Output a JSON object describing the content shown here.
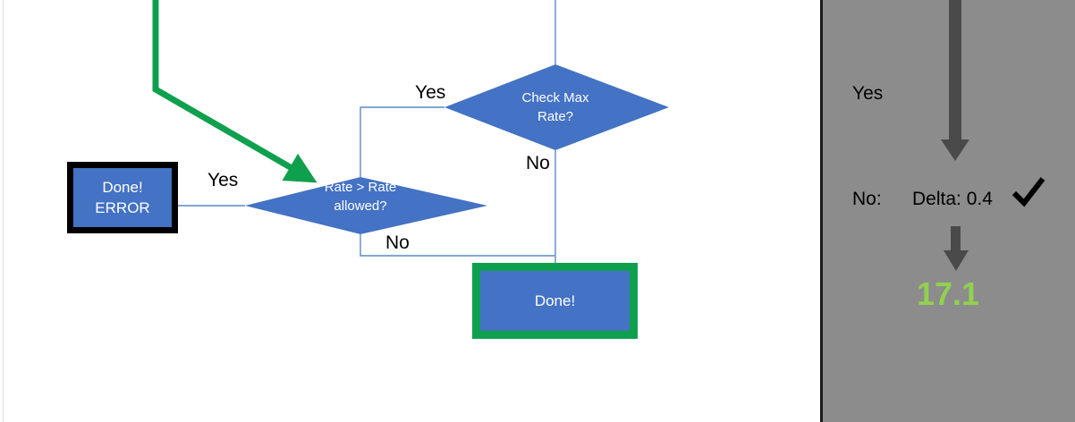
{
  "canvas": {
    "background_color": "#ffffff",
    "connector_color": "#5b8ac4",
    "shape_fill": "#4472c4",
    "highlight_green": "#0fa04e"
  },
  "flowchart": {
    "nodes": [
      {
        "id": "check-max-rate",
        "shape": "decision",
        "label": "Check Max\nRate?"
      },
      {
        "id": "rate-greater-than-allowed",
        "shape": "decision",
        "label": "Rate > Rate\nallowed?"
      },
      {
        "id": "done-error",
        "shape": "terminator",
        "label": "Done!\nERROR",
        "border_color": "#000000"
      },
      {
        "id": "done",
        "shape": "terminator",
        "label": "Done!",
        "border_color": "#0fa04e"
      }
    ],
    "branch_labels": [
      {
        "id": "check-max-rate-yes",
        "text": "Yes"
      },
      {
        "id": "check-max-rate-no",
        "text": "No"
      },
      {
        "id": "rate-allowed-yes",
        "text": "Yes"
      },
      {
        "id": "rate-allowed-no",
        "text": "No"
      }
    ]
  },
  "side_panel": {
    "background_color": "#8c8c8c",
    "yes_label": "Yes",
    "no_label": "No:",
    "delta_label": "Delta: 0.4",
    "check_mark": "✓",
    "result_value": "17.1",
    "result_color": "#92d050",
    "arrow_color": "#4a4a4a"
  }
}
